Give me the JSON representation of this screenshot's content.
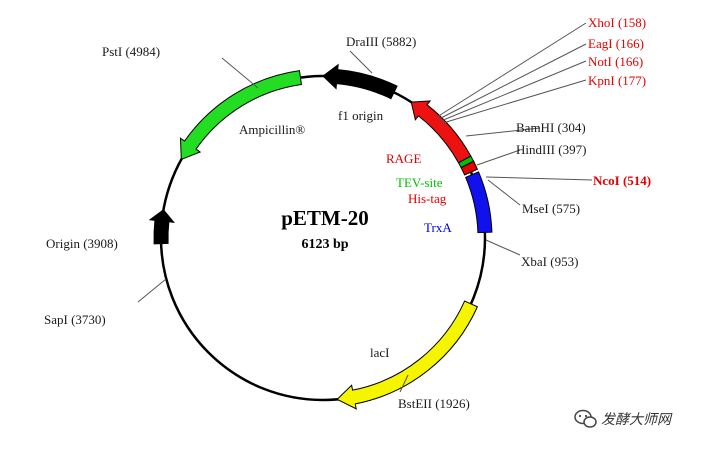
{
  "plasmid": {
    "name": "pETM-20",
    "size": "6123 bp"
  },
  "sites": {
    "dralll": "DraIII (5882)",
    "psti": "PstI (4984)",
    "xhoi": "XhoI (158)",
    "eagi": "EagI (166)",
    "noti": "NotI (166)",
    "kpni": "KpnI (177)",
    "bamhi": "BamHI (304)",
    "hindiii": "HindIII (397)",
    "ncoi": "NcoI (514)",
    "msei": "MseI (575)",
    "xbai": "XbaI (953)",
    "origin": "Origin (3908)",
    "sapi": "SapI (3730)",
    "bsteii": "BstEII (1926)"
  },
  "features": {
    "f1": "f1 origin",
    "ampicillin": "Ampicillin®",
    "rage": "RAGE",
    "tev": "TEV-site",
    "his": "His-tag",
    "trxa": "TrxA",
    "laci": "lacI"
  },
  "colors": {
    "ampicillin": "#22dd22",
    "rage": "#ee1111",
    "trxa": "#1111ee",
    "laci": "#f5f500",
    "tev": "#00c000",
    "his": "#e60000",
    "text_red": "#e60000"
  },
  "watermark": {
    "icon": "wechat-icon",
    "text": "发酵大师网"
  }
}
